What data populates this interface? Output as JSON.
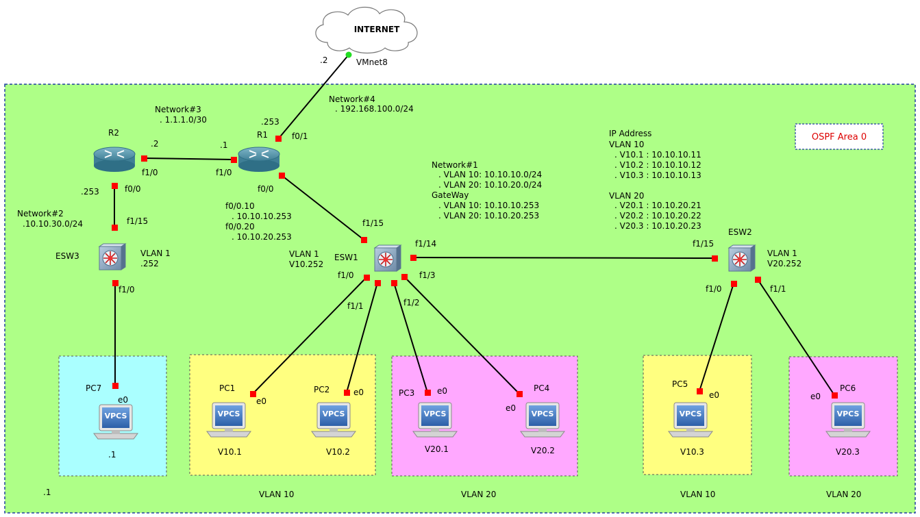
{
  "cloud": {
    "label": "INTERNET",
    "interface": "VMnet8",
    "ip": ".2"
  },
  "area": {
    "label": "OSPF Area 0",
    "bottom_left": ".1"
  },
  "routers": {
    "r1": {
      "name": "R1"
    },
    "r2": {
      "name": "R2"
    }
  },
  "switches": {
    "esw1": {
      "name": "ESW1",
      "vlan": "VLAN 1",
      "ip": "V10.252"
    },
    "esw2": {
      "name": "ESW2",
      "vlan": "VLAN 1",
      "ip": "V20.252"
    },
    "esw3": {
      "name": "ESW3",
      "vlan": "VLAN 1",
      "ip": ".252"
    }
  },
  "networks": {
    "net1": {
      "title": "Network#1",
      "lines": [
        ". VLAN 10: 10.10.10.0/24",
        ". VLAN 20: 10.10.20.0/24"
      ],
      "gw_title": "GateWay",
      "gw_lines": [
        ". VLAN 10: 10.10.10.253",
        ". VLAN 20: 10.10.20.253"
      ]
    },
    "net2": {
      "title": "Network#2",
      "subnet": ".10.10.30.0/24"
    },
    "net3": {
      "title": "Network#3",
      "subnet": ". 1.1.1.0/30"
    },
    "net4": {
      "title": "Network#4",
      "subnet": ". 192.168.100.0/24"
    }
  },
  "subif": {
    "f0_0_10": "f0/0.10",
    "ip10": ". 10.10.10.253",
    "f0_0_20": "f0/0.20",
    "ip20": ". 10.10.20.253"
  },
  "ip_table": {
    "title": "IP Address",
    "vlan10": "VLAN 10",
    "v10": [
      ". V10.1 : 10.10.10.11",
      ". V10.2 : 10.10.10.12",
      ". V10.3 : 10.10.10.13"
    ],
    "vlan20": "VLAN 20",
    "v20": [
      ". V20.1 : 10.10.20.21",
      ". V20.2 : 10.10.20.22",
      ". V20.3 : 10.10.20.23"
    ]
  },
  "ports": {
    "r1_f0_1": "f0/1",
    "r1_253": ".253",
    "r1_f1_0": "f1/0",
    "r1_dot1": ".1",
    "r1_f0_0": "f0/0",
    "r2_dot2": ".2",
    "r2_f1_0": "f1/0",
    "r2_253": ".253",
    "r2_f0_0": "f0/0",
    "esw3_f1_15": "f1/15",
    "esw3_f1_0": "f1/0",
    "esw1_f1_15": "f1/15",
    "esw1_f1_14": "f1/14",
    "esw1_f1_0": "f1/0",
    "esw1_f1_1": "f1/1",
    "esw1_f1_2": "f1/2",
    "esw1_f1_3": "f1/3",
    "esw2_f1_15": "f1/15",
    "esw2_f1_0": "f1/0",
    "esw2_f1_1": "f1/1"
  },
  "pcs": [
    {
      "name": "PC7",
      "port": "e0",
      "ip": ".1",
      "badge": "VPCS"
    },
    {
      "name": "PC1",
      "port": "e0",
      "ip": "V10.1",
      "badge": "VPCS"
    },
    {
      "name": "PC2",
      "port": "e0",
      "ip": "V10.2",
      "badge": "VPCS"
    },
    {
      "name": "PC3",
      "port": "e0",
      "ip": "V20.1",
      "badge": "VPCS"
    },
    {
      "name": "PC4",
      "port": "e0",
      "ip": "V20.2",
      "badge": "VPCS"
    },
    {
      "name": "PC5",
      "port": "e0",
      "ip": "V10.3",
      "badge": "VPCS"
    },
    {
      "name": "PC6",
      "port": "e0",
      "ip": "V20.3",
      "badge": "VPCS"
    }
  ],
  "vlan_groups": [
    "VLAN 10",
    "VLAN 20",
    "VLAN 10",
    "VLAN 20"
  ],
  "colors": {
    "area_fill": "#aeff87",
    "area_border": "#1f3f9f",
    "cyan_box": "#aaffff",
    "yellow_box": "#ffff80",
    "pink_box": "#ffa8ff",
    "port": "#ff0000",
    "cloud_port": "#22dd22",
    "ospf_text": "#dd0000"
  }
}
